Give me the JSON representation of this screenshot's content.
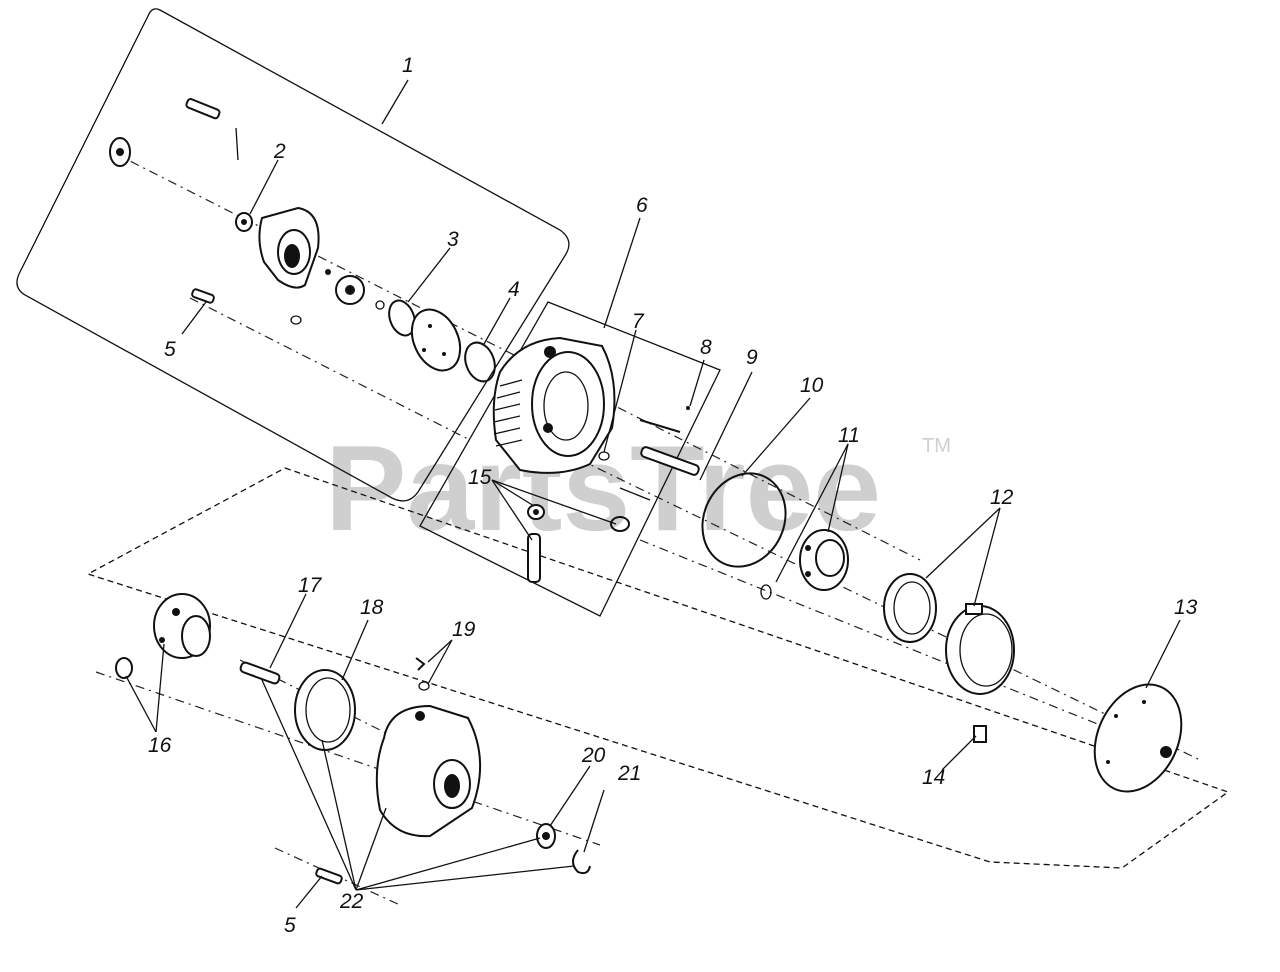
{
  "watermark": {
    "text": "PartsTree",
    "trademark": "TM"
  },
  "callouts": {
    "c1": "1",
    "c2": "2",
    "c3": "3",
    "c4": "4",
    "c5a": "5",
    "c5b": "5",
    "c6": "6",
    "c7": "7",
    "c8": "8",
    "c9": "9",
    "c10": "10",
    "c11": "11",
    "c12": "12",
    "c13": "13",
    "c14": "14",
    "c15": "15",
    "c16": "16",
    "c17": "17",
    "c18": "18",
    "c19": "19",
    "c20": "20",
    "c21": "21",
    "c22": "22"
  },
  "colors": {
    "ink": "#111111",
    "watermark": "#cfcfcf",
    "background": "#ffffff"
  }
}
